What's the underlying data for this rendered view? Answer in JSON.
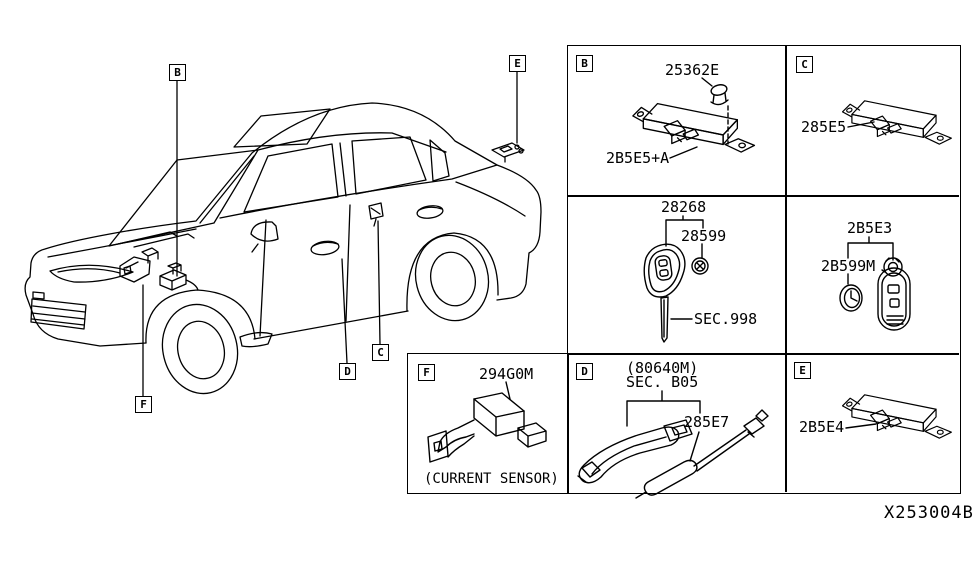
{
  "drawing_code": "X253004B",
  "car": {
    "callouts": [
      {
        "letter": "B"
      },
      {
        "letter": "E"
      },
      {
        "letter": "C"
      },
      {
        "letter": "D"
      },
      {
        "letter": "F"
      }
    ]
  },
  "panels": {
    "b": {
      "letter": "B",
      "grommet_part": "25362E",
      "antenna_part": "2B5E5+A"
    },
    "c": {
      "letter": "C",
      "antenna_part": "285E5"
    },
    "keyfob": {
      "assembly_part": "28268",
      "battery_part": "28599",
      "blade_section": "SEC.998"
    },
    "smartkey": {
      "assembly_part": "2B5E3",
      "battery_part": "2B599M"
    },
    "f": {
      "letter": "F",
      "sensor_part": "294G0M",
      "caption": "(CURRENT SENSOR)"
    },
    "d": {
      "letter": "D",
      "handle_part": "(80640M)",
      "handle_section": "SEC. B05",
      "antenna_part": "285E7"
    },
    "e": {
      "letter": "E",
      "antenna_part": "2B5E4"
    }
  }
}
